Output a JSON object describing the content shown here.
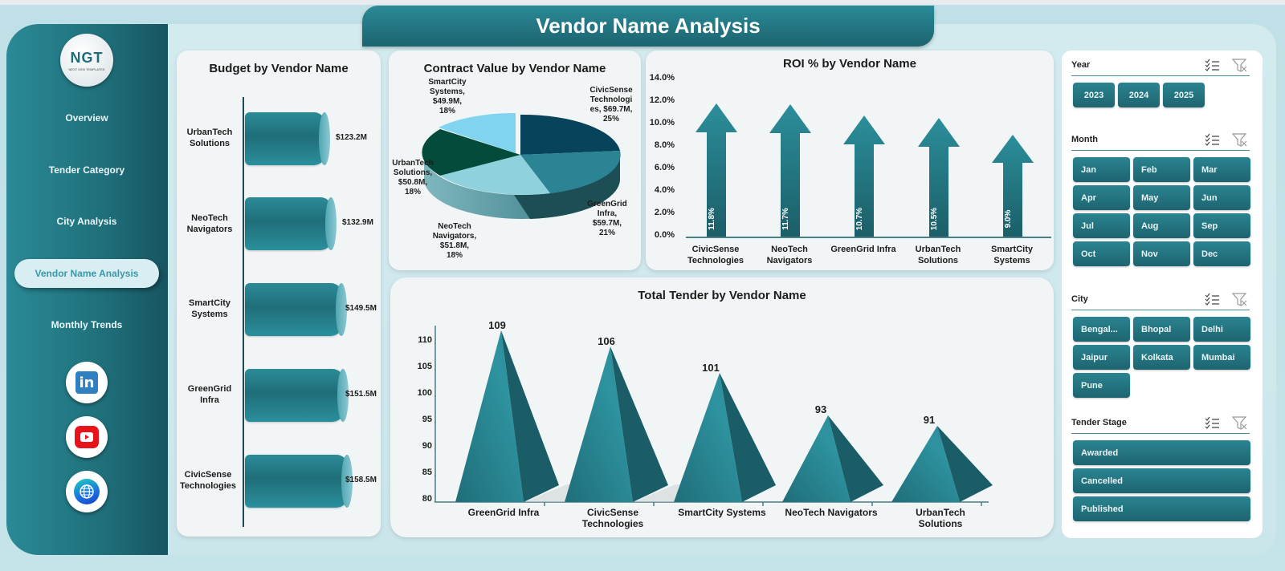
{
  "header": {
    "title": "Vendor Name Analysis"
  },
  "logo": {
    "text": "NGT",
    "subtitle": "NEXT GEN TEMPLATES"
  },
  "sidebar": {
    "items": [
      {
        "label": "Overview",
        "active": false
      },
      {
        "label": "Tender Category",
        "active": false
      },
      {
        "label": "City Analysis",
        "active": false
      },
      {
        "label": "Vendor Name Analysis",
        "active": true
      },
      {
        "label": "Monthly Trends",
        "active": false
      }
    ],
    "social": [
      "linkedin-icon",
      "youtube-icon",
      "globe-icon"
    ],
    "linkedin_glyph": "in"
  },
  "budget": {
    "title": "Budget by Vendor Name",
    "labels": [
      [
        "UrbanTech",
        "Solutions"
      ],
      [
        "NeoTech",
        "Navigators"
      ],
      [
        "SmartCity",
        "Systems"
      ],
      [
        "GreenGrid",
        "Infra"
      ],
      [
        "CivicSense",
        "Technologies"
      ]
    ],
    "values_text": [
      "$123.2M",
      "$132.9M",
      "$149.5M",
      "$151.5M",
      "$158.5M"
    ]
  },
  "contract": {
    "title": "Contract Value by Vendor Name",
    "slices": [
      {
        "label": [
          "CivicSense",
          "Technologi",
          "es, $69.7M,",
          "25%"
        ]
      },
      {
        "label": [
          "GreenGrid",
          "Infra,",
          "$59.7M,",
          "21%"
        ]
      },
      {
        "label": [
          "NeoTech",
          "Navigators,",
          "$51.8M,",
          "18%"
        ]
      },
      {
        "label": [
          "UrbanTech",
          "Solutions,",
          "$50.8M,",
          "18%"
        ]
      },
      {
        "label": [
          "SmartCity",
          "Systems,",
          "$49.9M,",
          "18%"
        ]
      }
    ]
  },
  "roi": {
    "title": "ROI % by Vendor Name",
    "yticks": [
      "14.0%",
      "12.0%",
      "10.0%",
      "8.0%",
      "6.0%",
      "4.0%",
      "2.0%",
      "0.0%"
    ],
    "categories": [
      [
        "CivicSense",
        "Technologies"
      ],
      [
        "NeoTech",
        "Navigators"
      ],
      [
        "GreenGrid Infra",
        ""
      ],
      [
        "UrbanTech",
        "Solutions"
      ],
      [
        "SmartCity",
        "Systems"
      ]
    ],
    "values_text": [
      "11.8%",
      "11.7%",
      "10.7%",
      "10.5%",
      "9.0%"
    ]
  },
  "tender": {
    "title": "Total Tender by Vendor Name",
    "yticks": [
      "110",
      "105",
      "100",
      "95",
      "90",
      "85",
      "80"
    ],
    "categories": [
      [
        "GreenGrid Infra",
        ""
      ],
      [
        "CivicSense",
        "Technologies"
      ],
      [
        "SmartCity Systems",
        ""
      ],
      [
        "NeoTech Navigators",
        ""
      ],
      [
        "UrbanTech",
        "Solutions"
      ]
    ],
    "values_text": [
      "109",
      "106",
      "101",
      "93",
      "91"
    ]
  },
  "slicers": {
    "year": {
      "title": "Year",
      "options": [
        "2023",
        "2024",
        "2025"
      ]
    },
    "month": {
      "title": "Month",
      "options": [
        "Jan",
        "Feb",
        "Mar",
        "Apr",
        "May",
        "Jun",
        "Jul",
        "Aug",
        "Sep",
        "Oct",
        "Nov",
        "Dec"
      ]
    },
    "city": {
      "title": "City",
      "options": [
        "Bengal...",
        "Bhopal",
        "Delhi",
        "Jaipur",
        "Kolkata",
        "Mumbai",
        "Pune"
      ]
    },
    "stage": {
      "title": "Tender Stage",
      "options": [
        "Awarded",
        "Cancelled",
        "Published"
      ]
    }
  },
  "colors": {
    "primary": "#1f6e79",
    "primary_light": "#2a8a96",
    "pie": [
      "#07435a",
      "#2a8493",
      "#8fd1dc",
      "#034b3a",
      "#80d4f0"
    ]
  },
  "chart_data": [
    {
      "type": "bar",
      "title": "Budget by Vendor Name",
      "orientation": "horizontal",
      "categories": [
        "UrbanTech Solutions",
        "NeoTech Navigators",
        "SmartCity Systems",
        "GreenGrid Infra",
        "CivicSense Technologies"
      ],
      "values": [
        123.2,
        132.9,
        149.5,
        151.5,
        158.5
      ],
      "unit": "$M"
    },
    {
      "type": "pie",
      "title": "Contract Value by Vendor Name",
      "categories": [
        "CivicSense Technologies",
        "GreenGrid Infra",
        "NeoTech Navigators",
        "UrbanTech Solutions",
        "SmartCity Systems"
      ],
      "values": [
        69.7,
        59.7,
        51.8,
        50.8,
        49.9
      ],
      "percents": [
        25,
        21,
        18,
        18,
        18
      ],
      "unit": "$M"
    },
    {
      "type": "bar",
      "title": "ROI % by Vendor Name",
      "categories": [
        "CivicSense Technologies",
        "NeoTech Navigators",
        "GreenGrid Infra",
        "UrbanTech Solutions",
        "SmartCity Systems"
      ],
      "values": [
        11.8,
        11.7,
        10.7,
        10.5,
        9.0
      ],
      "ylim": [
        0,
        14
      ],
      "unit": "%"
    },
    {
      "type": "bar",
      "title": "Total Tender by Vendor Name",
      "categories": [
        "GreenGrid Infra",
        "CivicSense Technologies",
        "SmartCity Systems",
        "NeoTech Navigators",
        "UrbanTech Solutions"
      ],
      "values": [
        109,
        106,
        101,
        93,
        91
      ],
      "ylim": [
        80,
        110
      ]
    }
  ]
}
